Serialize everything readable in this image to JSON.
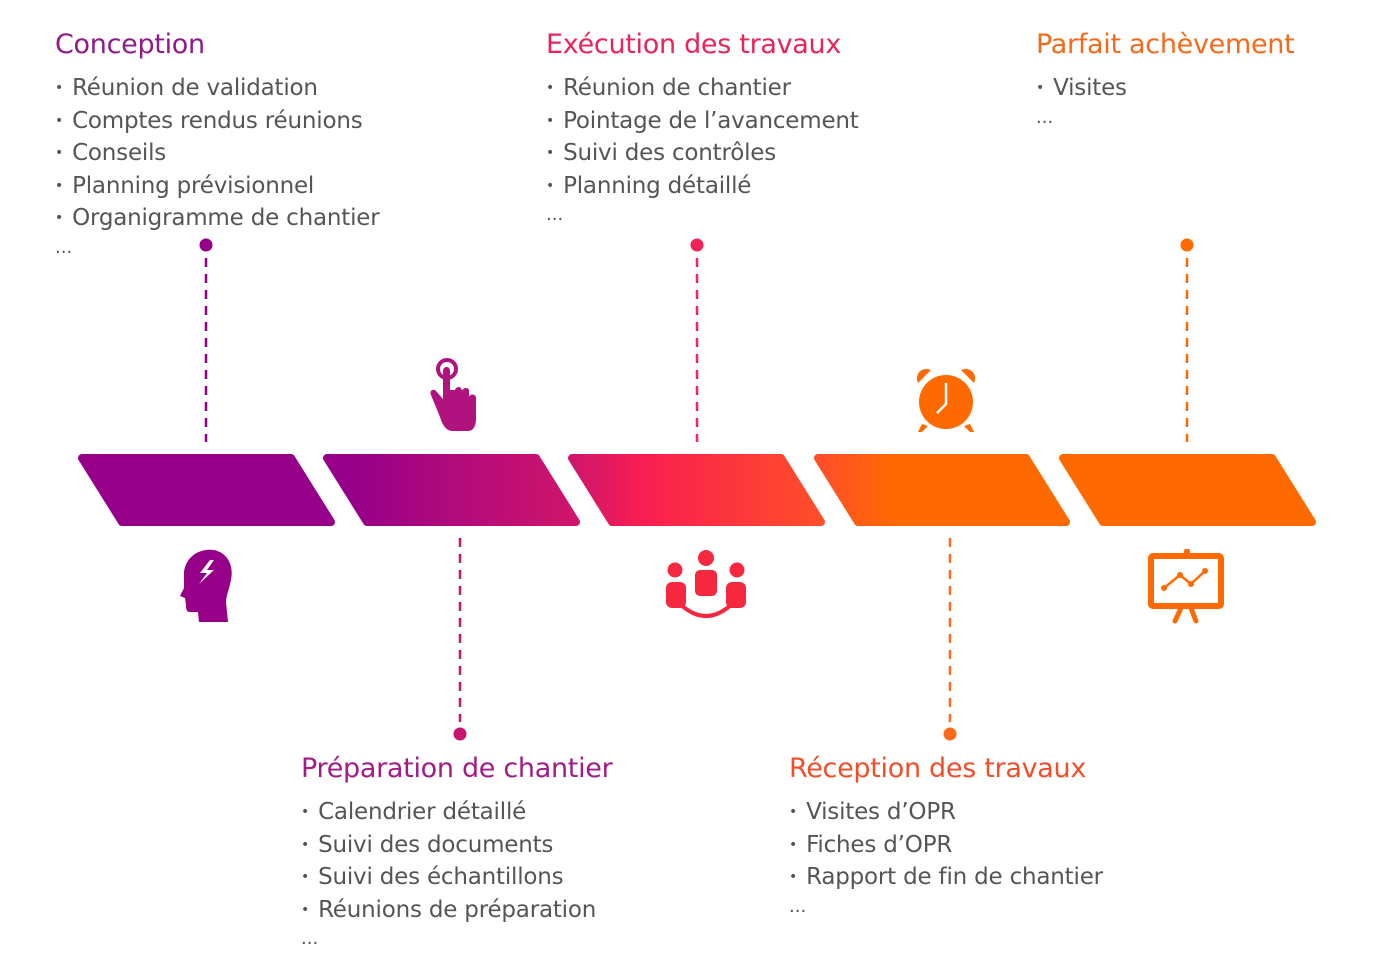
{
  "phases": [
    {
      "title": "Conception",
      "color": "#8e1a8c",
      "items": [
        "Réunion de validation",
        "Comptes rendus réunions",
        "Conseils",
        "Planning prévisionnel",
        "Organigramme de chantier"
      ],
      "more": "..."
    },
    {
      "title": "Préparation de chantier",
      "color": "#a31b85",
      "items": [
        "Calendrier détaillé",
        "Suivi des documents",
        "Suivi des échantillons",
        "Réunions de préparation"
      ],
      "more": "..."
    },
    {
      "title": "Exécution des travaux",
      "color": "#e8245a",
      "items": [
        "Réunion de chantier",
        "Pointage de l’avancement",
        "Suivi des contrôles",
        "Planning détaillé"
      ],
      "more": "..."
    },
    {
      "title": "Réception des travaux",
      "color": "#f24e2a",
      "items": [
        "Visites d’OPR",
        "Fiches d’OPR",
        "Rapport de fin de chantier"
      ],
      "more": "..."
    },
    {
      "title": "Parfait achèvement",
      "color": "#f56a1a",
      "items": [
        "Visites"
      ],
      "more": "..."
    }
  ],
  "icons": [
    "head-lightning-icon",
    "hand-pointer-icon",
    "team-icon",
    "alarm-clock-icon",
    "presentation-chart-icon"
  ],
  "colors": {
    "purple": "#960089",
    "magenta": "#d0156b",
    "red": "#f91f50",
    "orange": "#ff6a00"
  }
}
